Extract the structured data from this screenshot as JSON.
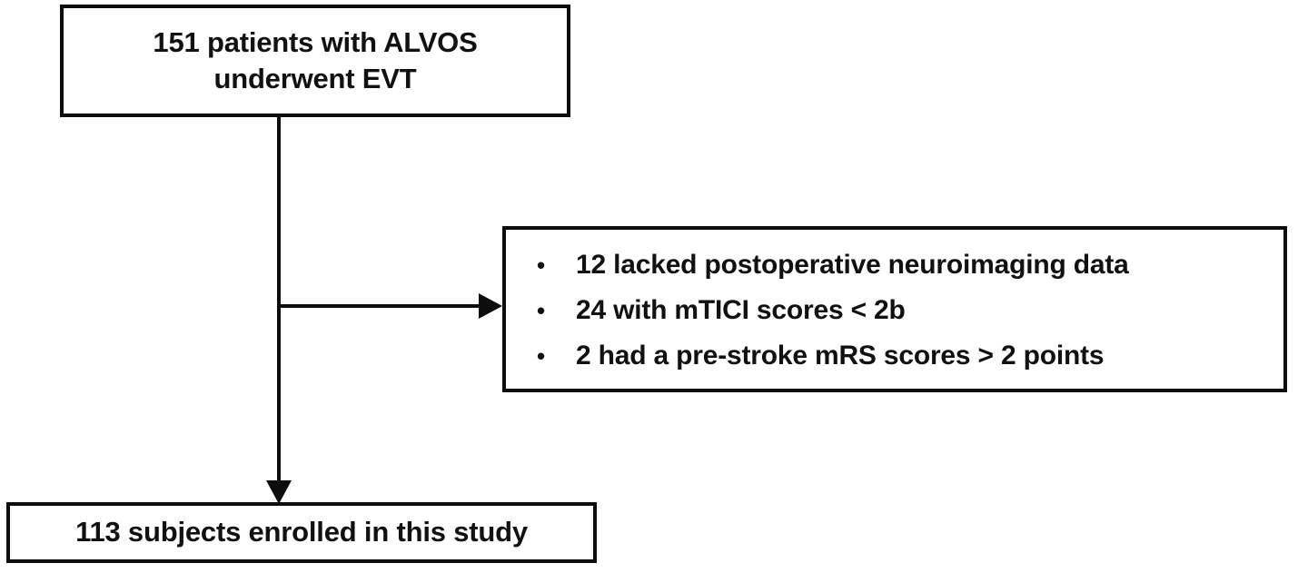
{
  "figure": {
    "type": "patient-selection-flowchart",
    "background_color": "#ffffff",
    "line_color": "#0d0d0d",
    "text_color": "#111111"
  },
  "nodes": {
    "source": {
      "label": "151 patients with ALVOS\nunderwent EVT",
      "count": 151
    },
    "exclusions": {
      "items": [
        {
          "marker": "•",
          "label": "12 lacked postoperative neuroimaging data",
          "count": 12
        },
        {
          "marker": "•",
          "label": "24 with mTICI scores < 2b",
          "count": 24
        },
        {
          "marker": "•",
          "label": "2 had a pre-stroke mRS scores > 2 points",
          "count": 2
        }
      ]
    },
    "final": {
      "label": "113 subjects enrolled in this study",
      "count": 113
    }
  },
  "connectors": {
    "vertical": {
      "from": "source",
      "to": "final",
      "arrow": "down"
    },
    "horizontal": {
      "from": "source",
      "to": "exclusions",
      "arrow": "right"
    }
  }
}
